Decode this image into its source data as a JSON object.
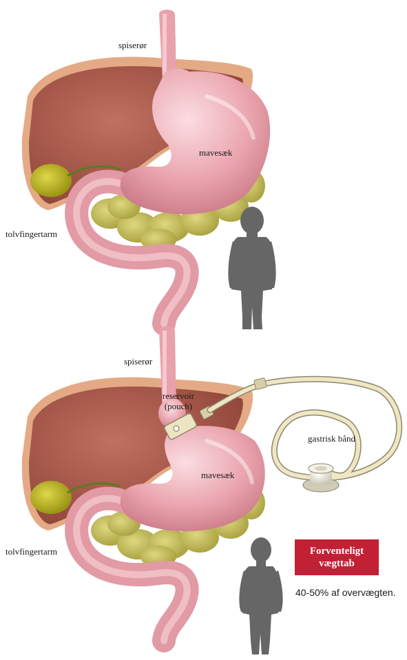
{
  "top": {
    "esophagus": "spiserør",
    "stomach": "mavesæk",
    "duodenum": "tolvfingertarm"
  },
  "bottom": {
    "esophagus": "spiserør",
    "pouch_line1": "reservoir",
    "pouch_line2": "(pouch)",
    "stomach": "mavesæk",
    "band": "gastrisk bånd",
    "duodenum": "tolvfingertarm"
  },
  "result": {
    "badge_line1": "Forventeligt",
    "badge_line2": "vægttab",
    "value": "40-50% af overvægten."
  },
  "colors": {
    "liver": "#a8574a",
    "liver_edge": "#e2a883",
    "stomach": "#e9a4ae",
    "gallbladder": "#b9b21e",
    "fat": "#c6bf55",
    "silhouette": "#666666",
    "band_tube": "#efe6c3",
    "badge": "#c22035"
  }
}
